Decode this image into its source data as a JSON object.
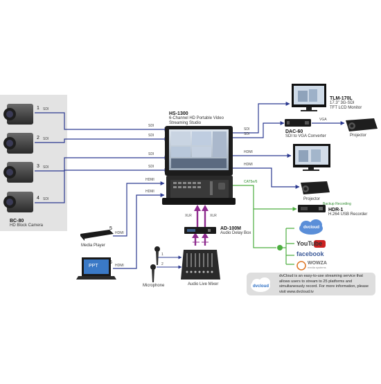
{
  "camera": {
    "model": "BC-80",
    "desc": "HD Block Camera"
  },
  "switcher": {
    "model": "HS-1300",
    "line1": "6-Channel HD Portable Video",
    "line2": "Streaming Studio"
  },
  "monitor": {
    "model": "TLM-170L",
    "line1": "17.3\" 3G-SDI",
    "line2": "TFT LCD Monitor"
  },
  "converter": {
    "model": "DAC-60",
    "desc": "SDI to VGA Converter"
  },
  "projector_label": "Projector",
  "recorder": {
    "caption": "Backup Recording",
    "model": "HDR-1",
    "desc": "H.264 USB Recorder"
  },
  "audio_box": {
    "model": "AD-100M",
    "desc": "Audio Delay Box"
  },
  "mixer_label": "Audio Live Mixer",
  "microphone_label": "Microphone",
  "media_player_label": "Media Player",
  "ppt_label": "PPT",
  "ports": {
    "n1": "1",
    "n2": "2",
    "n3": "3",
    "n4": "4",
    "n5": "5",
    "n6": "6",
    "mic1": "1",
    "mic2": "2"
  },
  "signals": {
    "sdi": "SDI",
    "hdmi": "HDMI",
    "vga": "VGA",
    "xlr": "XLR",
    "cat": "CAT5e/6"
  },
  "platforms": {
    "dvcloud": "dvcloud",
    "youtube": "YouTube",
    "facebook": "facebook",
    "wowza": "WOWZA",
    "wowza_sub": "media systems"
  },
  "dvcloud_text": "dvCloud is an easy-to-use streaming service that allows users to stream to 25 platforms and simultaneously record. For more information, please visit www.dvcloud.tv",
  "colors": {
    "line_blue": "#2b3990",
    "line_green": "#4cae3f",
    "arrow_purple": "#8e2a8e",
    "panel": "#e3e3e3"
  }
}
